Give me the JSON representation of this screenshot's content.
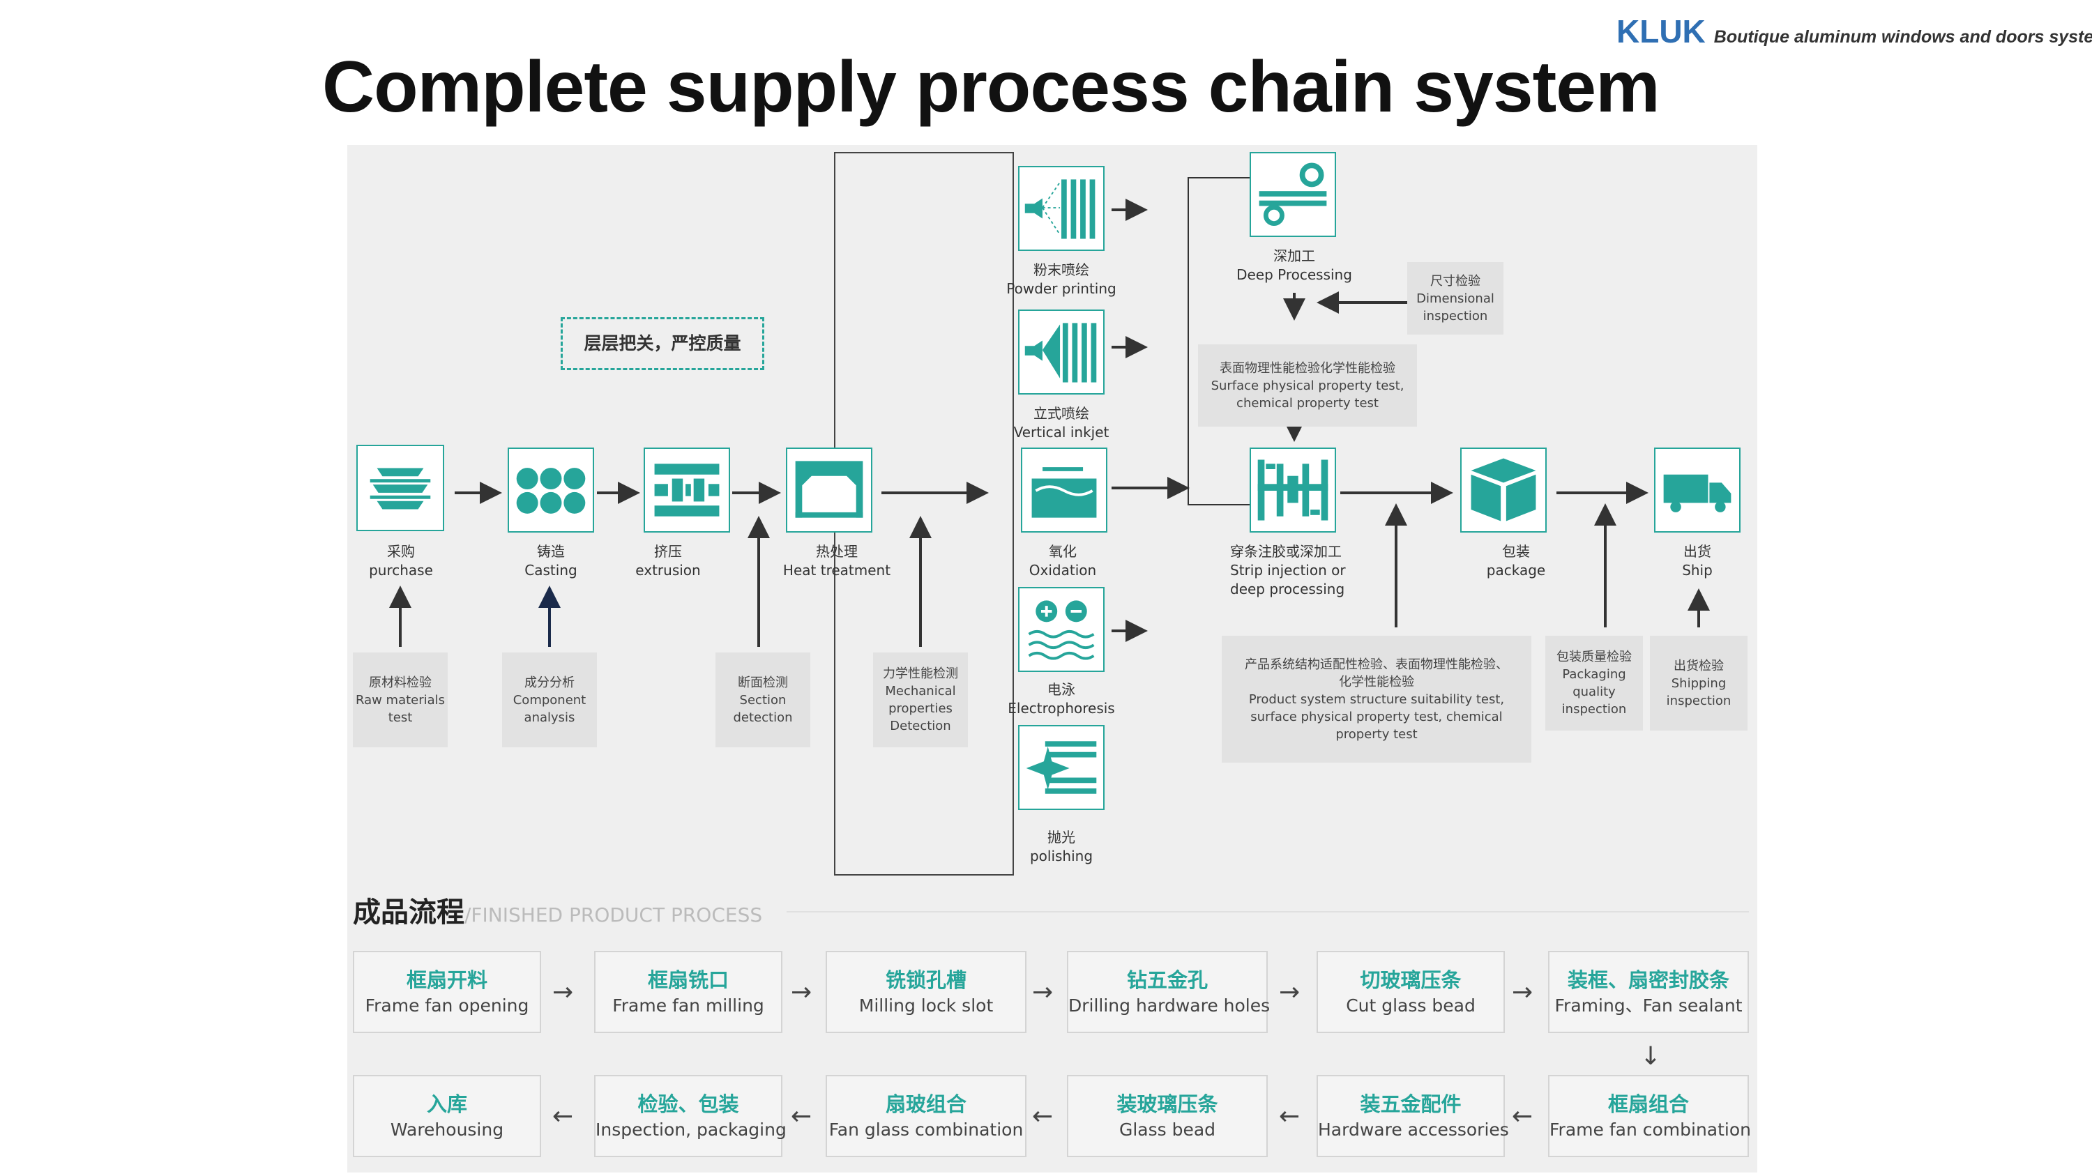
{
  "brand": {
    "name": "KLUK",
    "tagline": "Boutique aluminum windows and doors system"
  },
  "title": "Complete supply process chain system",
  "quality_slogan": "层层把关，严控质量",
  "main_flow": [
    {
      "zh": "采购",
      "en": "purchase",
      "icon": "ingot-stack-icon"
    },
    {
      "zh": "铸造",
      "en": "Casting",
      "icon": "billets-icon"
    },
    {
      "zh": "挤压",
      "en": "extrusion",
      "icon": "extrusion-die-icon"
    },
    {
      "zh": "热处理",
      "en": "Heat treatment",
      "icon": "furnace-icon"
    },
    {
      "zh": "氧化",
      "en": "Oxidation",
      "icon": "oxidation-tank-icon"
    },
    {
      "zh": "穿条注胶或深加工",
      "en": "Strip injection or",
      "en2": "deep processing",
      "icon": "thermal-break-profile-icon"
    },
    {
      "zh": "包装",
      "en": "package",
      "icon": "package-box-icon"
    },
    {
      "zh": "出货",
      "en": "Ship",
      "icon": "truck-icon"
    }
  ],
  "surface_options": [
    {
      "zh": "粉末喷绘",
      "en": "Powder printing",
      "icon": "powder-spray-icon"
    },
    {
      "zh": "立式喷绘",
      "en": "Vertical inkjet",
      "icon": "vertical-spray-icon"
    },
    {
      "zh": "电泳",
      "en": "Electrophoresis",
      "icon": "electrophoresis-icon"
    },
    {
      "zh": "抛光",
      "en": "polishing",
      "icon": "polishing-icon"
    }
  ],
  "deep_processing": {
    "zh": "深加工",
    "en": "Deep Processing",
    "icon": "cnc-cutting-icon"
  },
  "inspections": {
    "raw": {
      "zh": "原材料检验",
      "en": [
        "Raw materials",
        "test"
      ]
    },
    "component": {
      "zh": "成分分析",
      "en": [
        "Component",
        "analysis"
      ]
    },
    "section": {
      "zh": "断面检测",
      "en": [
        "Section",
        "detection"
      ]
    },
    "mechanical": {
      "zh": "力学性能检测",
      "en": [
        "Mechanical",
        "properties",
        "Detection"
      ]
    },
    "dimensional": {
      "zh": "尺寸检验",
      "en": [
        "Dimensional",
        "inspection"
      ]
    },
    "surface": {
      "zh": "表面物理性能检验化学性能检验",
      "en": [
        "Surface physical property test,",
        "chemical property test"
      ]
    },
    "system": {
      "zh": [
        "产品系统结构适配性检验、表面物理性能检验、",
        "化学性能检验"
      ],
      "en": [
        "Product system structure suitability test,",
        "surface physical property test, chemical",
        "property test"
      ]
    },
    "packaging": {
      "zh": "包装质量检验",
      "en": [
        "Packaging",
        "quality",
        "inspection"
      ]
    },
    "shipping": {
      "zh": "出货检验",
      "en": [
        "Shipping",
        "inspection"
      ]
    }
  },
  "finished": {
    "heading_zh": "成品流程",
    "heading_en": "/FINISHED PRODUCT PROCESS",
    "row1": [
      {
        "zh": "框扇开料",
        "en": "Frame fan opening"
      },
      {
        "zh": "框扇铣口",
        "en": "Frame fan milling"
      },
      {
        "zh": "铣锁孔槽",
        "en": "Milling lock slot"
      },
      {
        "zh": "钻五金孔",
        "en": "Drilling hardware holes"
      },
      {
        "zh": "切玻璃压条",
        "en": "Cut glass bead"
      },
      {
        "zh": "装框、扇密封胶条",
        "en": "Framing、Fan sealant"
      }
    ],
    "row2": [
      {
        "zh": "入库",
        "en": "Warehousing"
      },
      {
        "zh": "检验、包装",
        "en": "Inspection, packaging"
      },
      {
        "zh": "扇玻组合",
        "en": "Fan glass combination"
      },
      {
        "zh": "装玻璃压条",
        "en": "Glass bead"
      },
      {
        "zh": "装五金配件",
        "en": "Hardware accessories"
      },
      {
        "zh": "框扇组合",
        "en": "Frame fan combination"
      }
    ],
    "arrow_right": "→",
    "arrow_left": "←",
    "arrow_down": "↓"
  },
  "colors": {
    "accent": "#26a59a",
    "brand": "#2f6fb3",
    "panel": "#efefef",
    "inspection_box": "#e2e2e2"
  }
}
